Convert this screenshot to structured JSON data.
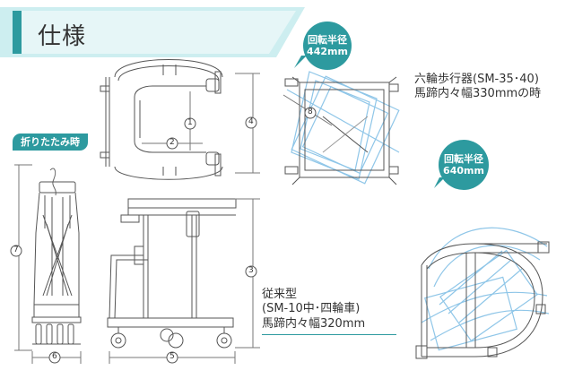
{
  "header": {
    "title": "仕様"
  },
  "fold_label": "折りたたみ時",
  "turn_small": {
    "line1": "回転半径",
    "line2": "442mm"
  },
  "turn_large": {
    "line1": "回転半径",
    "line2": "640mm"
  },
  "six_wheel": {
    "line1": "六輪歩行器(SM-35･40)",
    "line2": "馬蹄内々幅330mmの時"
  },
  "conventional": {
    "line1": "従来型",
    "line2": "(SM-10中･四輪車)",
    "line3": "馬蹄内々幅320mm"
  },
  "dims": {
    "d1": "1",
    "d2": "2",
    "d3": "3",
    "d4": "4",
    "d5": "5",
    "d6": "6",
    "d7": "7",
    "d8": "8"
  },
  "colors": {
    "accent": "#2d9a9f",
    "banner_light": "#cdeef0",
    "line": "#555555",
    "ghost": "#8fc6e8"
  }
}
